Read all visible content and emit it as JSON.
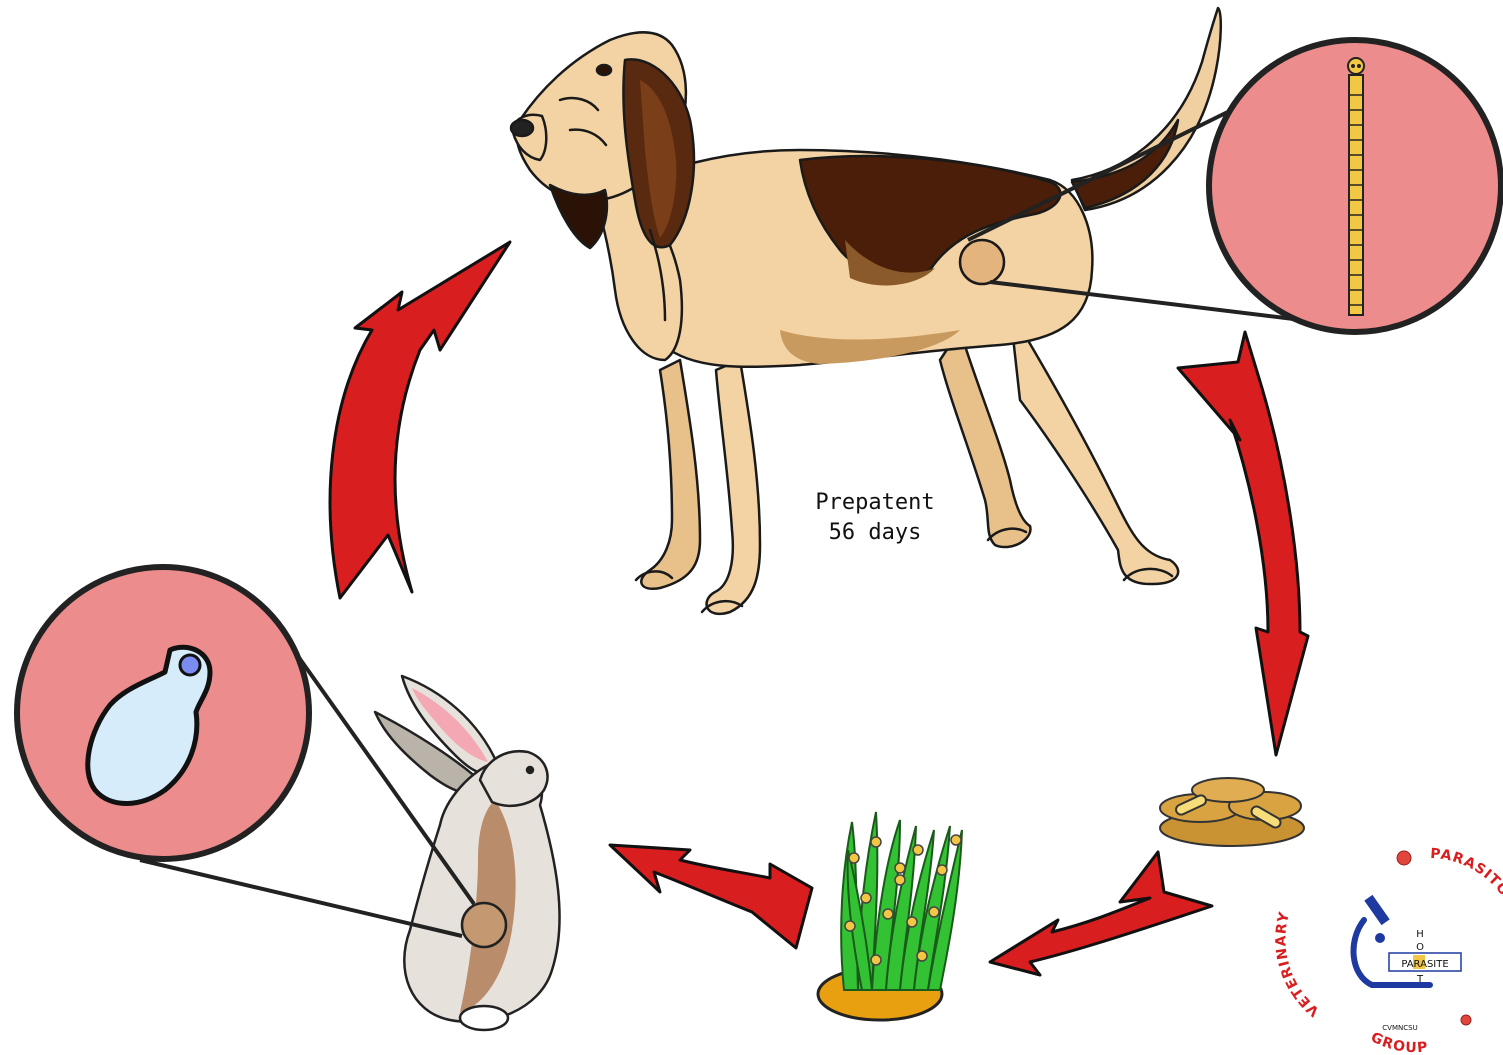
{
  "diagram": {
    "prepatent_label": "Prepatent",
    "prepatent_duration": "56 days"
  },
  "logo": {
    "ring_left": "VETERINARY",
    "ring_right": "PARASITOLOGY",
    "ring_bottom": "GROUP",
    "center_host_vertical": "HOST",
    "center_word": "PARASITE",
    "center_small": "CVMNCSU"
  },
  "colors": {
    "arrow_red": "#d81e1e",
    "magnifier_pink": "#ec8c8c",
    "grass_green": "#33c233",
    "soil_orange": "#e8a010",
    "dog_tan": "#f3d3a3",
    "dog_dark": "#4a1e08",
    "rabbit_grey": "#e6e1db",
    "cyst_blue": "#d6ecfa",
    "tapeworm_yellow": "#f2c744"
  },
  "icons": [
    "dog-illustration",
    "rabbit-illustration",
    "tapeworm-icon",
    "cysticercus-icon",
    "feces-pile-icon",
    "grass-with-eggs-icon",
    "cycle-arrow-icon",
    "microscope-logo-icon"
  ]
}
